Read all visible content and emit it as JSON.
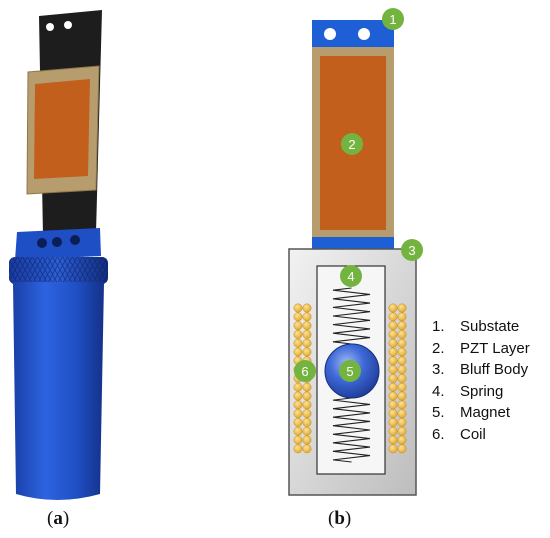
{
  "panel_a": {
    "caption_open": "(",
    "caption_letter": "a",
    "caption_close": ")"
  },
  "panel_b": {
    "caption_open": "(",
    "caption_letter": "b",
    "caption_close": ")"
  },
  "badges": [
    "1",
    "2",
    "3",
    "4",
    "5",
    "6"
  ],
  "legend": [
    {
      "num": "1.",
      "label": "Substate"
    },
    {
      "num": "2.",
      "label": "PZT Layer"
    },
    {
      "num": "3.",
      "label": "Bluff Body"
    },
    {
      "num": "4.",
      "label": "Spring"
    },
    {
      "num": "5.",
      "label": "Magnet"
    },
    {
      "num": "6.",
      "label": "Coil"
    }
  ],
  "colors": {
    "substrate_black": "#1d1d1d",
    "pzt_frame": "#b79d6d",
    "pzt_orange": "#c25f1c",
    "bluff_blue": "#1f5fd6",
    "housing_gray": "#d9d9d9",
    "coil_yellow": "#f2c04a",
    "badge_green": "#73b33f"
  }
}
